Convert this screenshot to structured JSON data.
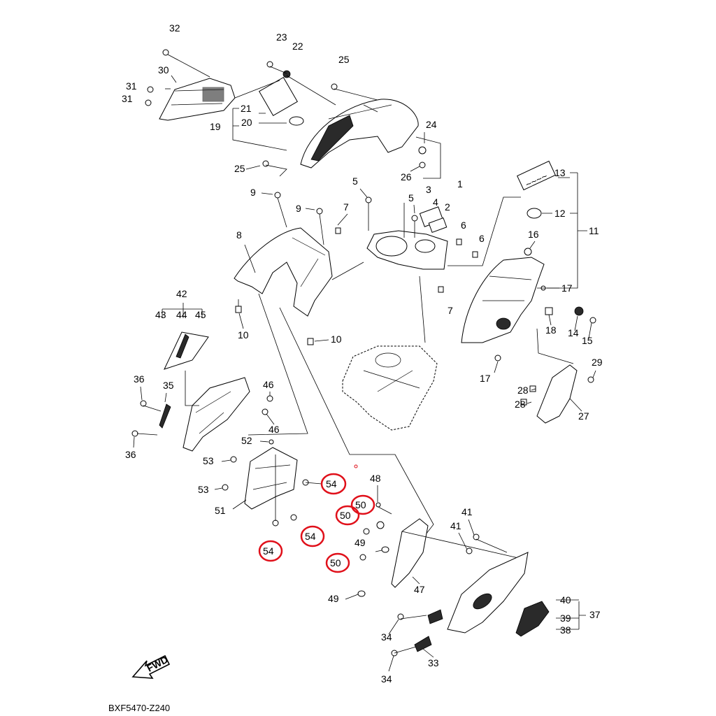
{
  "diagram_code": "BXF5470-Z240",
  "fwd_label": "FWD",
  "colors": {
    "highlight": "#e0101a",
    "line": "#000000"
  },
  "callouts": {
    "c32": "32",
    "c30": "30",
    "c31a": "31",
    "c31b": "31",
    "c23": "23",
    "c22": "22",
    "c25a": "25",
    "c21": "21",
    "c20": "20",
    "c19": "19",
    "c24": "24",
    "c25b": "25",
    "c26": "26",
    "c9a": "9",
    "c9b": "9",
    "c7a": "7",
    "c5a": "5",
    "c5b": "5",
    "c3": "3",
    "c1": "1",
    "c4": "4",
    "c2": "2",
    "c6a": "6",
    "c6b": "6",
    "c8": "8",
    "c7b": "7",
    "c10a": "10",
    "c10b": "10",
    "c13": "13",
    "c12": "12",
    "c11": "11",
    "c16": "16",
    "c17a": "17",
    "c18": "18",
    "c14": "14",
    "c15": "15",
    "c17b": "17",
    "c29": "29",
    "c28a": "28",
    "c28b": "28",
    "c27": "27",
    "c42": "42",
    "c43": "43",
    "c44": "44",
    "c45": "45",
    "c36a": "36",
    "c35": "35",
    "c36b": "36",
    "c46a": "46",
    "c46b": "46",
    "c52": "52",
    "c53a": "53",
    "c53b": "53",
    "c51": "51",
    "c54a": "54",
    "c54b": "54",
    "c54c": "54",
    "c48": "48",
    "c50a": "50",
    "c50b": "50",
    "c50c": "50",
    "c49a": "49",
    "c49b": "49",
    "c47": "47",
    "c41a": "41",
    "c41b": "41",
    "c40": "40",
    "c39": "39",
    "c38": "38",
    "c37": "37",
    "c34a": "34",
    "c33": "33",
    "c34b": "34"
  }
}
